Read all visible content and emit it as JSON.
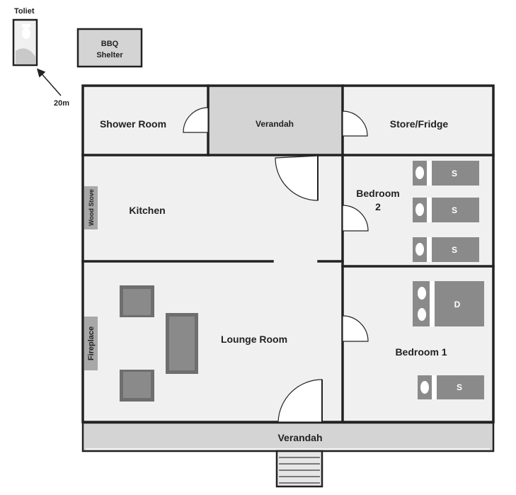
{
  "labels": {
    "toilet": "Toliet",
    "distance": "20m",
    "bbq_line1": "BBQ",
    "bbq_line2": "Shelter",
    "shower_room": "Shower Room",
    "verandah_top": "Verandah",
    "store_fridge": "Store/Fridge",
    "kitchen": "Kitchen",
    "wood_stove": "Wood Stove",
    "bedroom2_line1": "Bedroom",
    "bedroom2_line2": "2",
    "lounge_room": "Lounge Room",
    "fireplace": "Fireplace",
    "bedroom1": "Bedroom 1",
    "verandah_bottom": "Verandah"
  },
  "beds": {
    "single": "S",
    "double": "D"
  },
  "colors": {
    "wall": "#222222",
    "floor": "#f0f0f0",
    "verandah": "#d4d4d4",
    "furniture": "#8a8a8a",
    "furniture_dark": "#6e6e6e",
    "door_fill": "#ffffff"
  }
}
